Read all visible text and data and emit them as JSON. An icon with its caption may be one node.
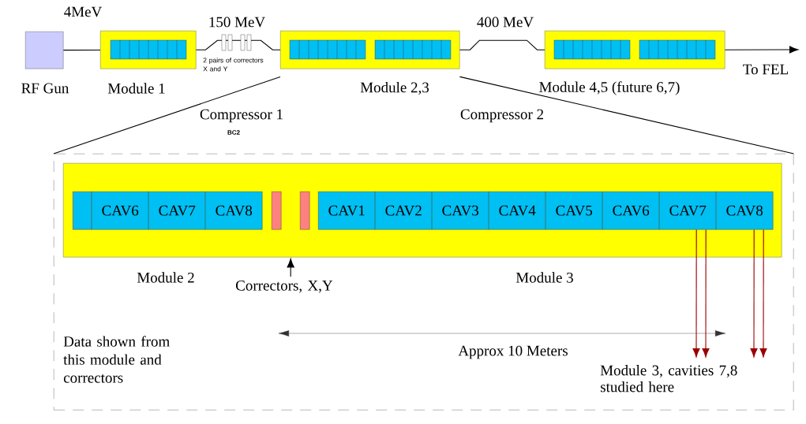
{
  "diagram": {
    "nodes": [
      {
        "text": [],
        "shape": "box",
        "beside": [
          "RF Gun"
        ]
      },
      {
        "text": [],
        "shape": "box",
        "beside": [
          "Module 1"
        ]
      },
      {
        "text": [],
        "shape": "box",
        "beside": [
          "Module 2,3"
        ]
      },
      {
        "text": [],
        "shape": "box",
        "beside": [
          "Module 4,5 (future 6,7)"
        ]
      },
      {
        "text": [],
        "shape": "box"
      },
      {
        "text": [],
        "shape": "box",
        "in": 4
      },
      {
        "text": [],
        "shape": "box",
        "in": 5
      },
      {
        "text": [
          "CAV6"
        ],
        "in": 5
      },
      {
        "text": [
          "CAV7"
        ],
        "in": 5
      },
      {
        "text": [
          "CAV8"
        ],
        "in": 5
      },
      {
        "text": [],
        "shape": "bar",
        "in": 5
      },
      {
        "text": [],
        "shape": "bar",
        "in": 5
      },
      {
        "text": [
          "CAV1"
        ],
        "in": 5
      },
      {
        "text": [
          "CAV2"
        ],
        "in": 5
      },
      {
        "text": [
          "CAV3"
        ],
        "in": 5
      },
      {
        "text": [
          "CAV4"
        ],
        "in": 5
      },
      {
        "text": [
          "CAV5"
        ],
        "in": 5
      },
      {
        "text": [
          "CAV6"
        ],
        "in": 5
      },
      {
        "text": [
          "CAV7"
        ],
        "in": 5
      },
      {
        "text": [
          "CAV8"
        ],
        "in": 5
      },
      {
        "text": [
          "Correctors, X,Y"
        ],
        "in": 4
      },
      {
        "text": [
          "Module 3, cavities 7,8 studied here"
        ],
        "in": 4
      }
    ],
    "edges": [
      {
        "from": 0,
        "to": 1,
        "arrow": "none",
        "label": "4MeV"
      },
      {
        "from": 1,
        "to": 2,
        "arrow": "none",
        "label": "150 MeV"
      },
      {
        "from": 2,
        "to": 3,
        "arrow": "none",
        "label": "400 MeV"
      },
      {
        "from": 3,
        "to": null,
        "arrow": "to",
        "label": "To FEL"
      },
      {
        "from": 2,
        "to": 4,
        "arrow": "none"
      },
      {
        "from": 2,
        "to": 4,
        "arrow": "none"
      },
      {
        "from": 20,
        "to": 5,
        "arrow": "to"
      },
      {
        "from": 18,
        "to": 21,
        "arrow": "to",
        "color": "#990000"
      },
      {
        "from": 18,
        "to": 21,
        "arrow": "to",
        "color": "#990000"
      },
      {
        "from": 19,
        "to": 21,
        "arrow": "to",
        "color": "#990000"
      },
      {
        "from": 19,
        "to": 21,
        "arrow": "to",
        "color": "#990000"
      }
    ],
    "labels": [
      "2 pairs of correctors X and Y",
      "Compressor 1",
      "BC2",
      "Compressor 2",
      "Module 2",
      "Module 3",
      "Data shown from this module and correctors",
      "Approx 10 Meters"
    ]
  }
}
